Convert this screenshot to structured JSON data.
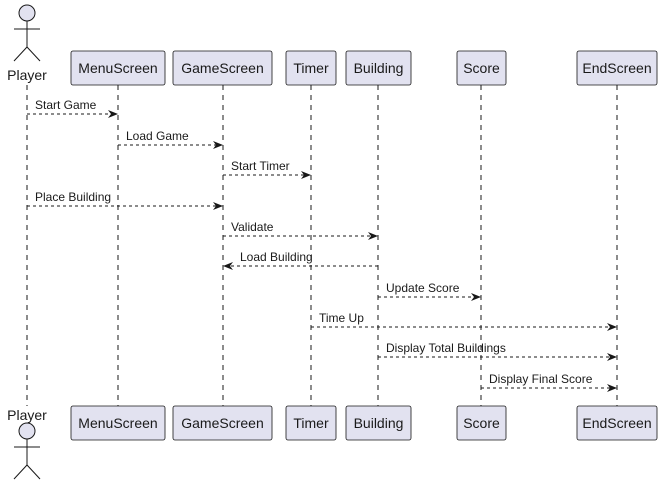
{
  "diagram": {
    "participants": [
      {
        "id": "player",
        "label": "Player",
        "kind": "actor"
      },
      {
        "id": "menu",
        "label": "MenuScreen",
        "kind": "box"
      },
      {
        "id": "game",
        "label": "GameScreen",
        "kind": "box"
      },
      {
        "id": "timer",
        "label": "Timer",
        "kind": "box"
      },
      {
        "id": "building",
        "label": "Building",
        "kind": "box"
      },
      {
        "id": "score",
        "label": "Score",
        "kind": "box"
      },
      {
        "id": "end",
        "label": "EndScreen",
        "kind": "box"
      }
    ],
    "messages": [
      {
        "from": "player",
        "to": "menu",
        "label": "Start Game"
      },
      {
        "from": "menu",
        "to": "game",
        "label": "Load Game"
      },
      {
        "from": "game",
        "to": "timer",
        "label": "Start Timer"
      },
      {
        "from": "player",
        "to": "game",
        "label": "Place Building"
      },
      {
        "from": "game",
        "to": "building",
        "label": "Validate"
      },
      {
        "from": "building",
        "to": "game",
        "label": "Load Building"
      },
      {
        "from": "building",
        "to": "score",
        "label": "Update Score"
      },
      {
        "from": "timer",
        "to": "end",
        "label": "Time Up"
      },
      {
        "from": "building",
        "to": "end",
        "label": "Display Total Buildings"
      },
      {
        "from": "score",
        "to": "end",
        "label": "Display Final Score"
      }
    ],
    "colors": {
      "box_fill": "#e2e2f0",
      "box_stroke": "#181818",
      "line": "#181818",
      "lifeline": "#181818"
    }
  }
}
